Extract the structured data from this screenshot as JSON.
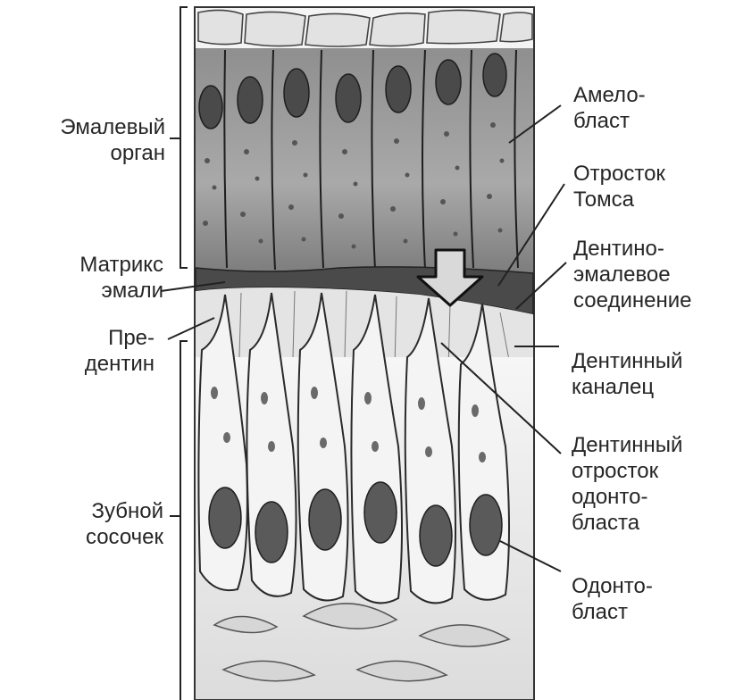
{
  "labels": {
    "enamel_organ": [
      "Эмалевый",
      "орган"
    ],
    "enamel_matrix": [
      "Матрикс",
      "эмали"
    ],
    "predentin": [
      "Пре-",
      "дентин"
    ],
    "dental_papilla": [
      "Зубной",
      "сосочек"
    ],
    "ameloblast": [
      "Амело-",
      "бласт"
    ],
    "tomes_process": [
      "Отросток",
      "Томса"
    ],
    "dej": [
      "Дентино-",
      "эмалевое",
      "соединение"
    ],
    "dentinal_tubule": [
      "Дентинный",
      "каналец"
    ],
    "odontoblast_process": [
      "Дентинный",
      "отросток",
      "одонто-",
      "бласта"
    ],
    "odontoblast": [
      "Одонто-",
      "бласт"
    ]
  },
  "colors": {
    "ink": "#262626",
    "enamel_organ_fill": "#9a9a9a",
    "matrix_fill": "#4a4a4a",
    "dentin_fill": "#e6e6e6",
    "papilla_fill": "#f3f3f3",
    "nucleus_fill": "#5a5a5a"
  },
  "icons": [
    "direction-arrow-icon"
  ]
}
